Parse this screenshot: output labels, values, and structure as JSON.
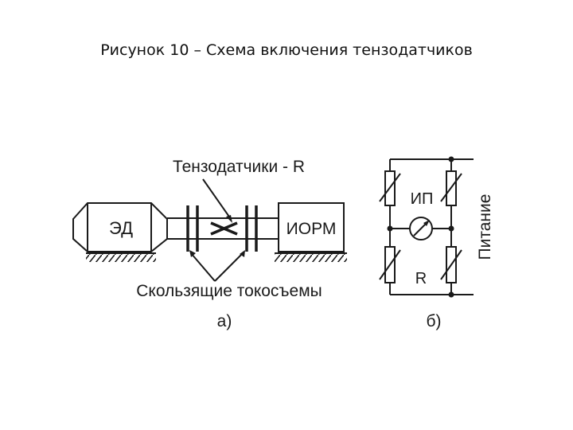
{
  "title": "Рисунок 10 – Схема включения тензодатчиков",
  "diagram_a": {
    "motor_label": "ЭД",
    "load_label": "ИОРМ",
    "sensors_label": "Тензодатчики - R",
    "slip_rings_label": "Скользящие токосъемы",
    "caption": "а)"
  },
  "diagram_b": {
    "meter_label": "ИП",
    "resistor_label": "R",
    "power_label": "Питание",
    "caption": "б)"
  }
}
